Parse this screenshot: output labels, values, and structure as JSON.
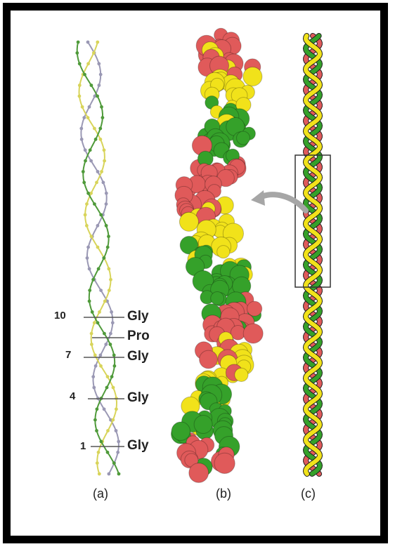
{
  "panels": [
    {
      "id": "a",
      "label": "(a)"
    },
    {
      "id": "b",
      "label": "(b)"
    },
    {
      "id": "c",
      "label": "(c)"
    }
  ],
  "residue_labels": [
    "Gly",
    "Pro",
    "Gly",
    "Gly",
    "Gly"
  ],
  "residue_numbers": [
    "10",
    "7",
    "4",
    "1"
  ],
  "colors": {
    "chain_red": "#e05a5a",
    "chain_yellow": "#f1e21a",
    "chain_green": "#35a12a",
    "stick_grey": "#9a98b4",
    "stick_yellow": "#d8d45a",
    "stick_green": "#4f9a3a",
    "arrow_grey": "#a6a6a6",
    "frame": "#000000"
  }
}
